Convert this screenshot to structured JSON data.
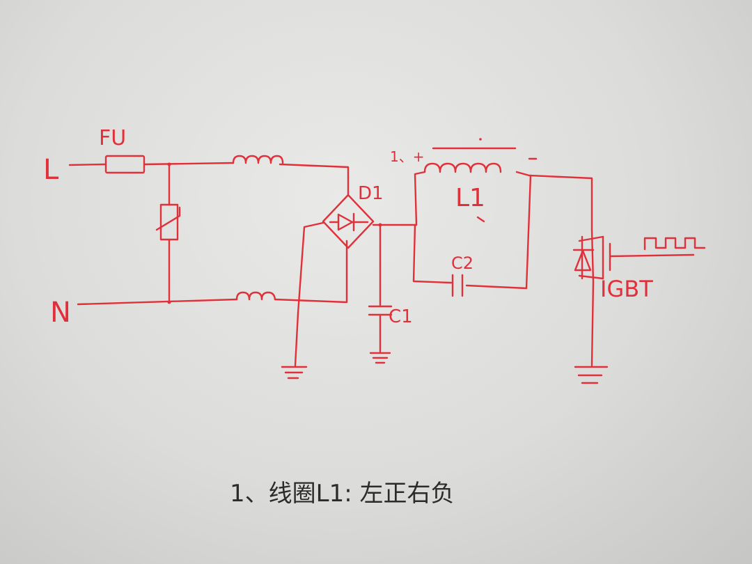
{
  "labels": {
    "line": "L",
    "neutral": "N",
    "fuse": "FU",
    "bridge": "D1",
    "coil": "L1",
    "coil_marker": "1、+",
    "coil_minus": "-",
    "cap1": "C1",
    "cap2": "C2",
    "switch": "IGBT"
  },
  "note": "1、线圈L1: 左正右负",
  "colors": {
    "ink": "#e0303a",
    "note_ink": "#2b2b2b",
    "paper": "#e3e3e1"
  }
}
